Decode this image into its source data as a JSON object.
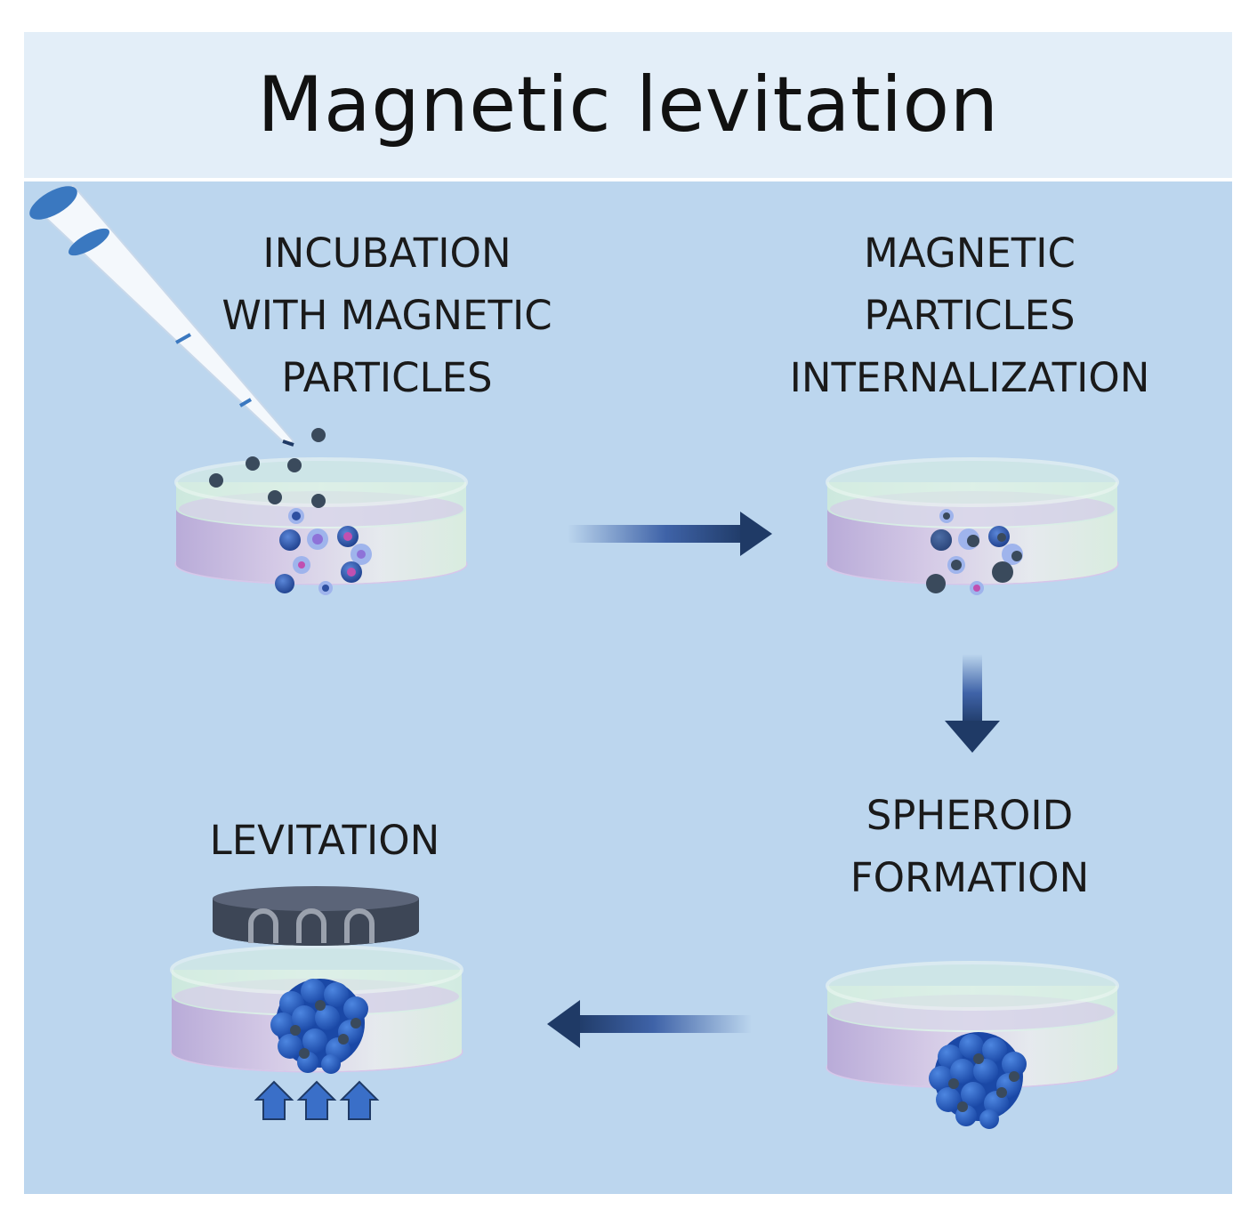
{
  "title": "Magnetic levitation",
  "steps": [
    {
      "id": "incubation",
      "lines": [
        "INCUBATION",
        "WITH MAGNETIC",
        "PARTICLES"
      ]
    },
    {
      "id": "internalization",
      "lines": [
        "MAGNETIC",
        "PARTICLES",
        "INTERNALIZATION"
      ]
    },
    {
      "id": "spheroid",
      "lines": [
        "SPHEROID",
        "FORMATION"
      ]
    },
    {
      "id": "levitation",
      "lines": [
        "LEVITATION"
      ]
    }
  ],
  "colors": {
    "title_band": "#e3eef8",
    "panel": "#bcd6ee",
    "arrow": "#1f3a66",
    "particle": "#3a4a5c",
    "cell": "#2e4fa0",
    "spheroid": "#2a5bb8",
    "magnet": "#3d4656"
  },
  "icons": [
    "pipette-icon",
    "petri-dish-icon",
    "magnet-icon",
    "flow-arrow-icon",
    "up-arrow-icon"
  ]
}
